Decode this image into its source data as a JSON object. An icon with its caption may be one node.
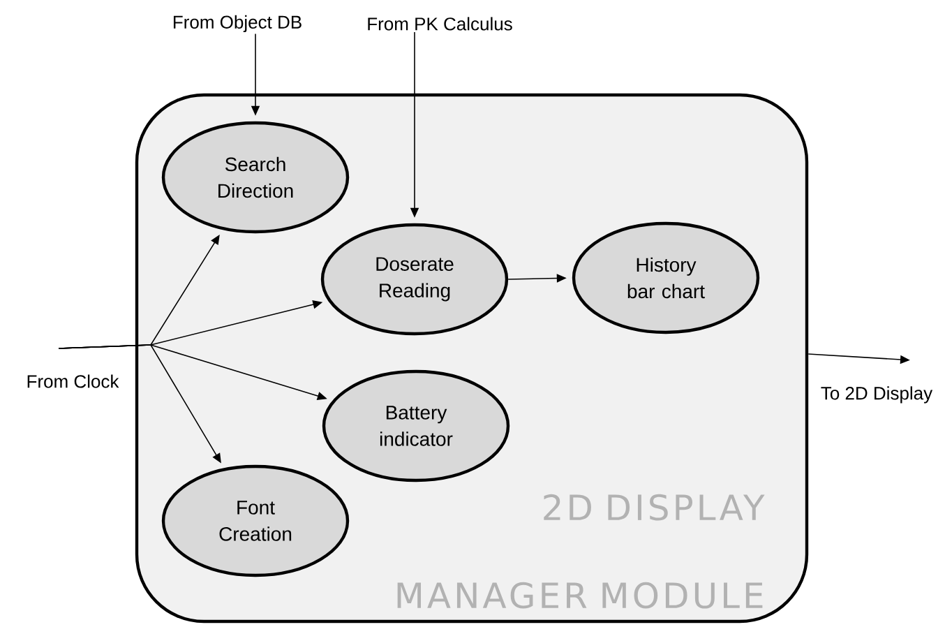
{
  "diagram": {
    "nodes": [
      {
        "text": [
          "From Object DB"
        ]
      },
      {
        "text": [
          "From PK Calculus"
        ]
      },
      {
        "text": [
          "2D DISPLAY MANAGER MODULE"
        ]
      },
      {
        "text": [
          "Search Direction"
        ],
        "in": 2
      },
      {
        "text": [
          "Doserate Reading"
        ],
        "in": 2
      },
      {
        "text": [
          "History bar chart"
        ],
        "in": 2
      },
      {
        "text": [
          "Battery indicator"
        ],
        "in": 2
      },
      {
        "text": [
          "Font Creation"
        ],
        "in": 2
      },
      {
        "text": [
          "From Clock"
        ]
      },
      {
        "text": [
          "To 2D Display"
        ]
      }
    ],
    "edges": [
      {
        "from": 0,
        "to": 3,
        "arrow": "to"
      },
      {
        "from": 1,
        "to": 4,
        "arrow": "to"
      },
      {
        "from": 4,
        "to": 5,
        "arrow": "to"
      },
      {
        "from": 8,
        "to": 3,
        "arrow": "to"
      },
      {
        "from": 8,
        "to": 4,
        "arrow": "to"
      },
      {
        "from": 8,
        "to": 6,
        "arrow": "to"
      },
      {
        "from": 8,
        "to": 7,
        "arrow": "to"
      },
      {
        "from": 2,
        "to": 9,
        "arrow": "to"
      }
    ]
  }
}
